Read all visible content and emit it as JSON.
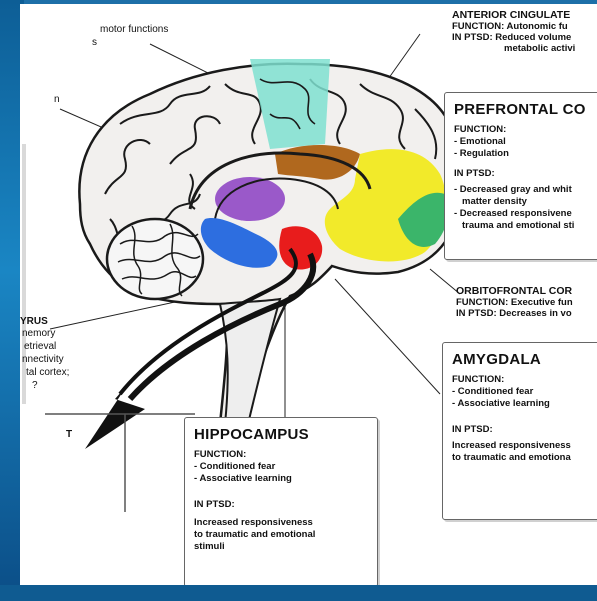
{
  "labels": {
    "motor": "motor functions",
    "motor_frag": "s",
    "left_frag": "n",
    "gyrus": [
      "YRUS",
      "nemory",
      "etrieval",
      "nnectivity",
      "tal cortex;",
      "?"
    ],
    "marker": "T"
  },
  "anterior_cingulate": {
    "title": "ANTERIOR CINGULATE",
    "function": "FUNCTION: Autonomic fu",
    "ptsd1": "IN PTSD: Reduced volume",
    "ptsd2": "metabolic activi"
  },
  "prefrontal": {
    "title": "PREFRONTAL CO",
    "function_label": "FUNCTION:",
    "functions": [
      "- Emotional",
      "- Regulation"
    ],
    "ptsd_label": "IN PTSD:",
    "ptsd": [
      "- Decreased gray and whit",
      "  matter density",
      "- Decreased responsivene",
      "  trauma and emotional sti"
    ]
  },
  "orbitofrontal": {
    "title": "ORBITOFRONTAL COR",
    "function": "FUNCTION: Executive fun",
    "ptsd": "IN PTSD: Decreases in vo"
  },
  "amygdala": {
    "title": "AMYGDALA",
    "function_label": "FUNCTION:",
    "functions": [
      "- Conditioned fear",
      "- Associative learning"
    ],
    "ptsd_label": "IN PTSD:",
    "ptsd": [
      "Increased responsiveness",
      "to traumatic and emotiona"
    ]
  },
  "hippocampus": {
    "title": "HIPPOCAMPUS",
    "function_label": "FUNCTION:",
    "functions": [
      "- Conditioned fear",
      "- Associative learning"
    ],
    "ptsd_label": "IN PTSD:",
    "ptsd": [
      "Increased responsiveness",
      "to traumatic and emotional",
      "stimuli"
    ]
  },
  "colors": {
    "anterior_cingulate": "#7fe0d0",
    "cingulate_brown": "#b0681e",
    "prefrontal": "#f2ea2a",
    "orbitofrontal": "#3bb56a",
    "amygdala": "#e81c1c",
    "hippocampus": "#2d6ee0",
    "thalamus": "#9a59c9",
    "slide_background": "#1d6fa8"
  }
}
